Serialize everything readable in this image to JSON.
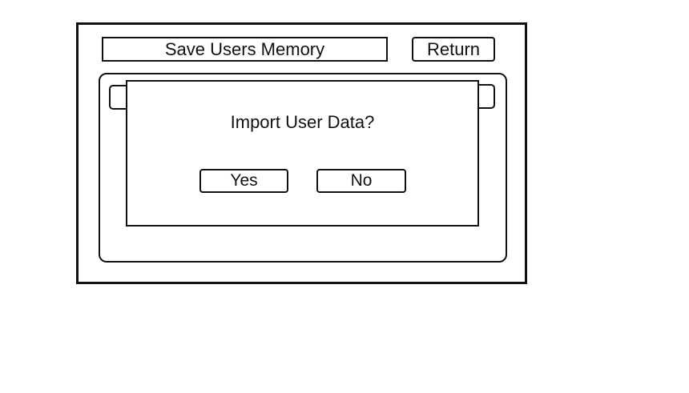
{
  "window": {
    "title": "Save Users Memory",
    "return_label": "Return"
  },
  "dialog": {
    "prompt": "Import User Data?",
    "buttons": {
      "yes": "Yes",
      "no": "No"
    }
  },
  "colors": {
    "line": "#111111",
    "background": "#ffffff"
  }
}
